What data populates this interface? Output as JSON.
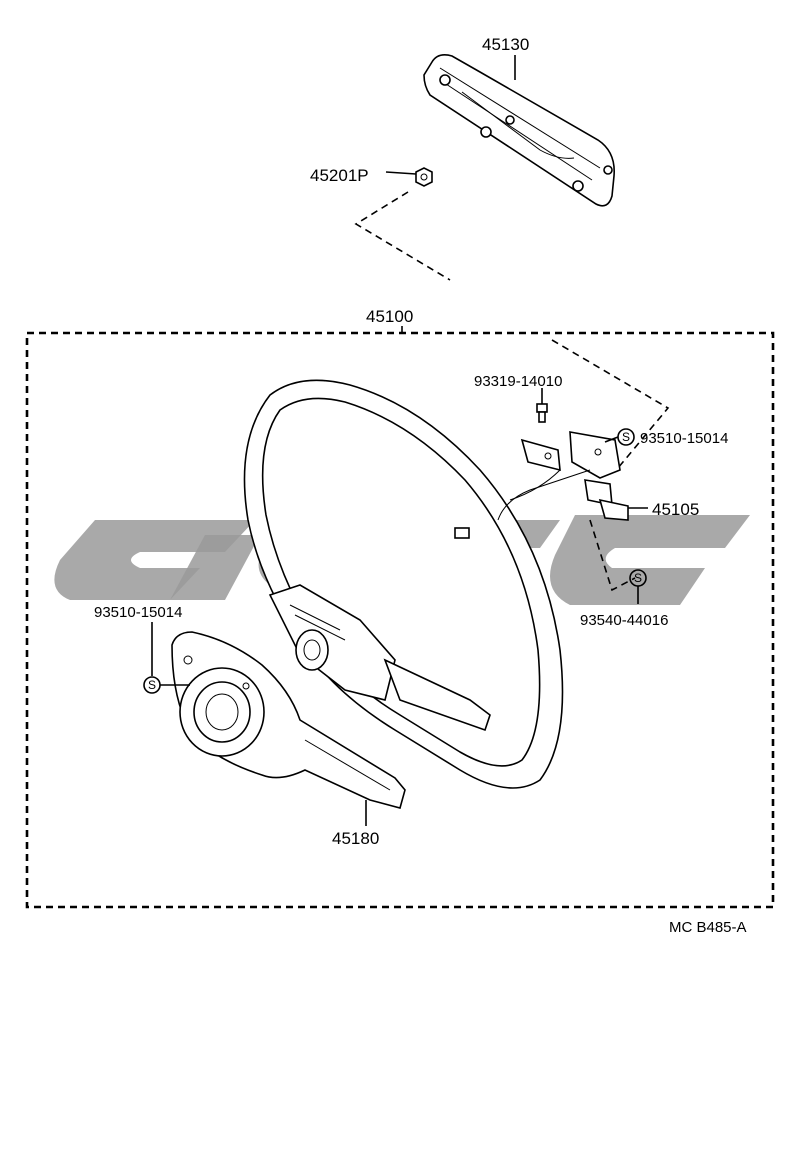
{
  "diagram": {
    "parts": {
      "horn_pad": "45130",
      "nut": "45201P",
      "steering_wheel_assy": "45100",
      "bolt": "93319-14010",
      "screw_upper": "93510-15014",
      "horn_contact": "45105",
      "screw_lower": "93540-44016",
      "screw_left": "93510-15014",
      "lower_cover": "45180"
    },
    "screw_symbol": "S",
    "diagram_code": "MC B485-A"
  }
}
